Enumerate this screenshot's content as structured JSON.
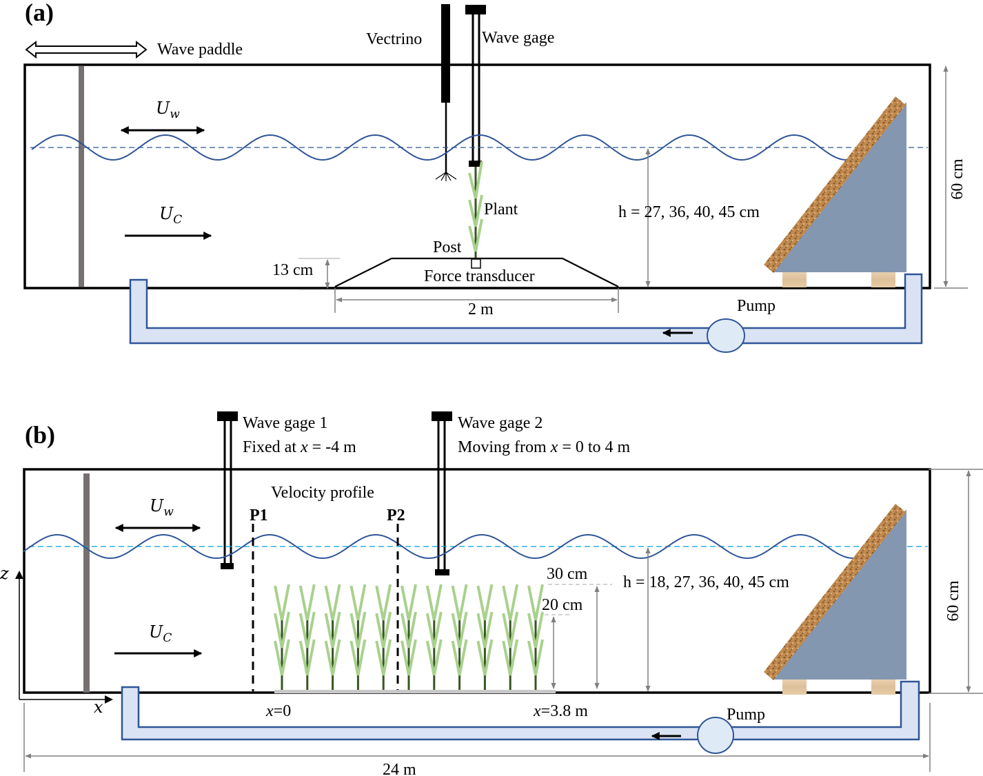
{
  "figure": {
    "panel_a": {
      "label": "(a)",
      "wave_paddle": "Wave paddle",
      "vectrino": "Vectrino",
      "wave_gage": "Wave gage",
      "uw_main": "U",
      "uw_sub": "w",
      "uc_main": "U",
      "uc_sub": "C",
      "plant": "Plant",
      "post": "Post",
      "force_transducer": "Force transducer",
      "step_height": "13 cm",
      "step_length": "2 m",
      "water_depth": "h = 27, 36, 40, 45 cm",
      "tank_height": "60 cm",
      "pump": "Pump"
    },
    "panel_b": {
      "label": "(b)",
      "wave_gage_1": "Wave gage 1",
      "wave_gage_1_note_pre": "Fixed at ",
      "wave_gage_1_note_var": "x",
      "wave_gage_1_note_post": " = -4 m",
      "wave_gage_2": "Wave gage 2",
      "wave_gage_2_note_pre": "Moving from ",
      "wave_gage_2_note_var": "x",
      "wave_gage_2_note_post": " = 0 to 4 m",
      "velocity_profile": "Velocity profile",
      "p1": "P1",
      "p2": "P2",
      "uw_main": "U",
      "uw_sub": "w",
      "uc_main": "U",
      "uc_sub": "C",
      "axis_z": "z",
      "axis_x": "x",
      "canopy_height_30": "30 cm",
      "canopy_height_20": "20 cm",
      "water_depth": "h = 18, 27, 36, 40, 45 cm",
      "tank_height": "60 cm",
      "x0_var": "x",
      "x0_val": "=0",
      "x38_var": "x",
      "x38_val": "=3.8 m",
      "pump": "Pump",
      "tank_length": "24 m",
      "plant_count": 11
    },
    "colors": {
      "wave": "#2f5597",
      "mean_water_level_a": "#2f5597",
      "mean_water_level_b": "#00a0e0",
      "pipe_fill": "#dae3f3",
      "slope": "#8497b0",
      "plant_leaf": "#a9d18e",
      "plant_stem": "#375623",
      "paddle": "#767171"
    }
  }
}
